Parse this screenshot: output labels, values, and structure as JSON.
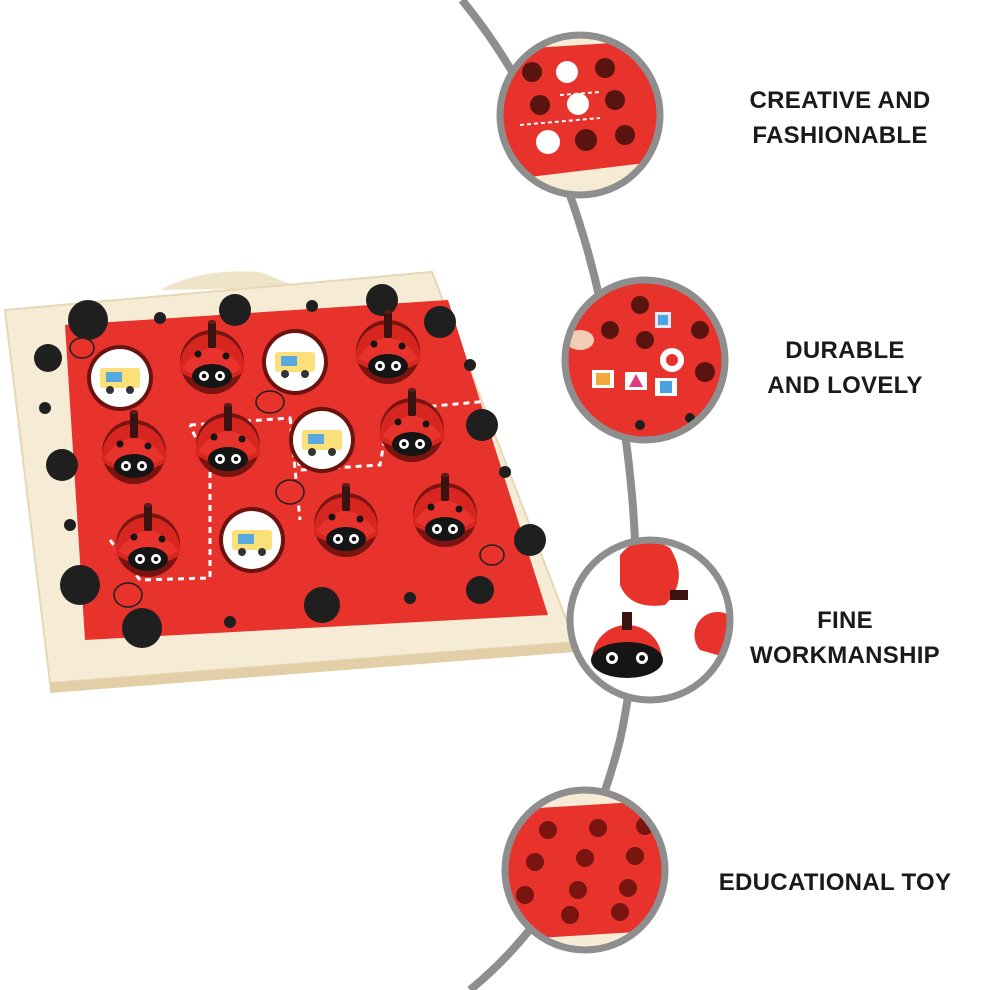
{
  "features": [
    {
      "line1": "CREATIVE AND",
      "line2": "FASHIONABLE"
    },
    {
      "line1": "DURABLE",
      "line2": "AND LOVELY"
    },
    {
      "line1": "FINE",
      "line2": "WORKMANSHIP"
    },
    {
      "line1": "EDUCATIONAL TOY",
      "line2": ""
    }
  ],
  "colors": {
    "board_red": "#e8322c",
    "wood": "#f6ecd6",
    "curve_gray": "#8e8e8e",
    "spot_black": "#1f1f1f",
    "text": "#1a1a1a"
  }
}
